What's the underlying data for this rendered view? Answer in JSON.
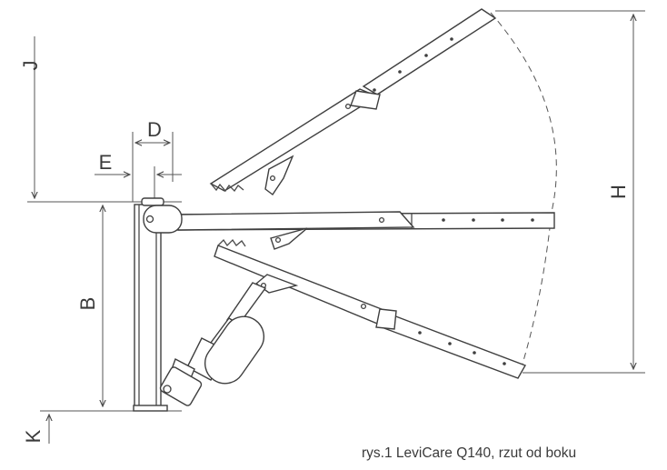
{
  "dimensions": {
    "J": "J",
    "D": "D",
    "E": "E",
    "B": "B",
    "K": "K",
    "H": "H"
  },
  "caption": "rys.1 LeviCare Q140, rzut od boku"
}
